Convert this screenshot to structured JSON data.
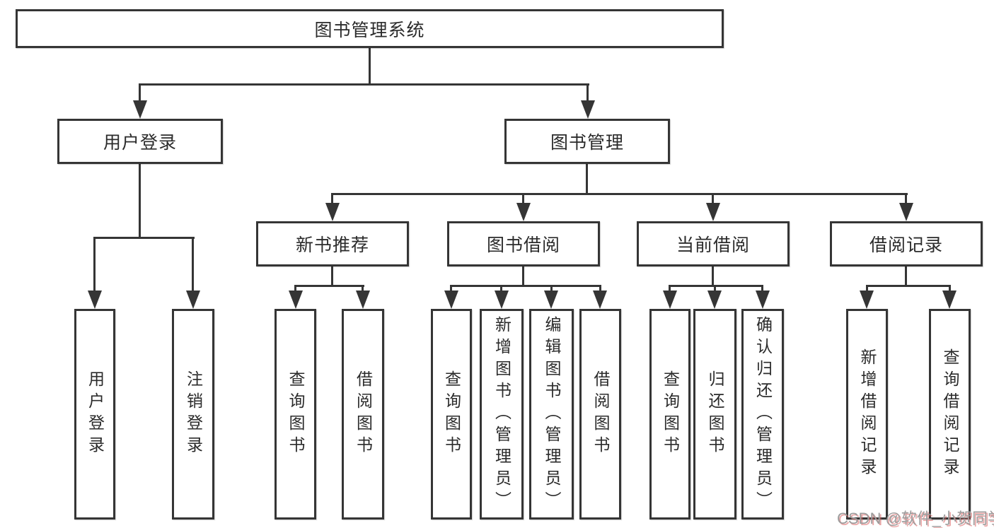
{
  "diagram": {
    "root": {
      "label": "图书管理系统"
    },
    "level2": {
      "user_login": {
        "label": "用户登录"
      },
      "book_management": {
        "label": "图书管理"
      }
    },
    "level3": {
      "new_book_recommend": {
        "label": "新书推荐"
      },
      "book_borrowing": {
        "label": "图书借阅"
      },
      "current_borrowing": {
        "label": "当前借阅"
      },
      "borrowing_records": {
        "label": "借阅记录"
      }
    },
    "leaves": {
      "user_login": {
        "login": "用户登录",
        "logout": "注销登录"
      },
      "new_book_recommend": {
        "query": "查询图书",
        "borrow": "借阅图书"
      },
      "book_borrowing": {
        "query": "查询图书",
        "add": "新增图书（管理员）",
        "edit": "编辑图书（管理员）",
        "borrow": "借阅图书"
      },
      "current_borrowing": {
        "query": "查询图书",
        "return": "归还图书",
        "confirm": "确认归还（管理员）"
      },
      "borrowing_records": {
        "add": "新增借阅记录",
        "query": "查询借阅记录"
      }
    }
  },
  "watermark": {
    "text": "CSDN @软件_小贺同学"
  },
  "colors": {
    "line": "#353535",
    "text": "#2b2b2b",
    "background": "#ffffff",
    "watermark_gray": "#9c9c9c",
    "watermark_red": "#d95c5c"
  }
}
